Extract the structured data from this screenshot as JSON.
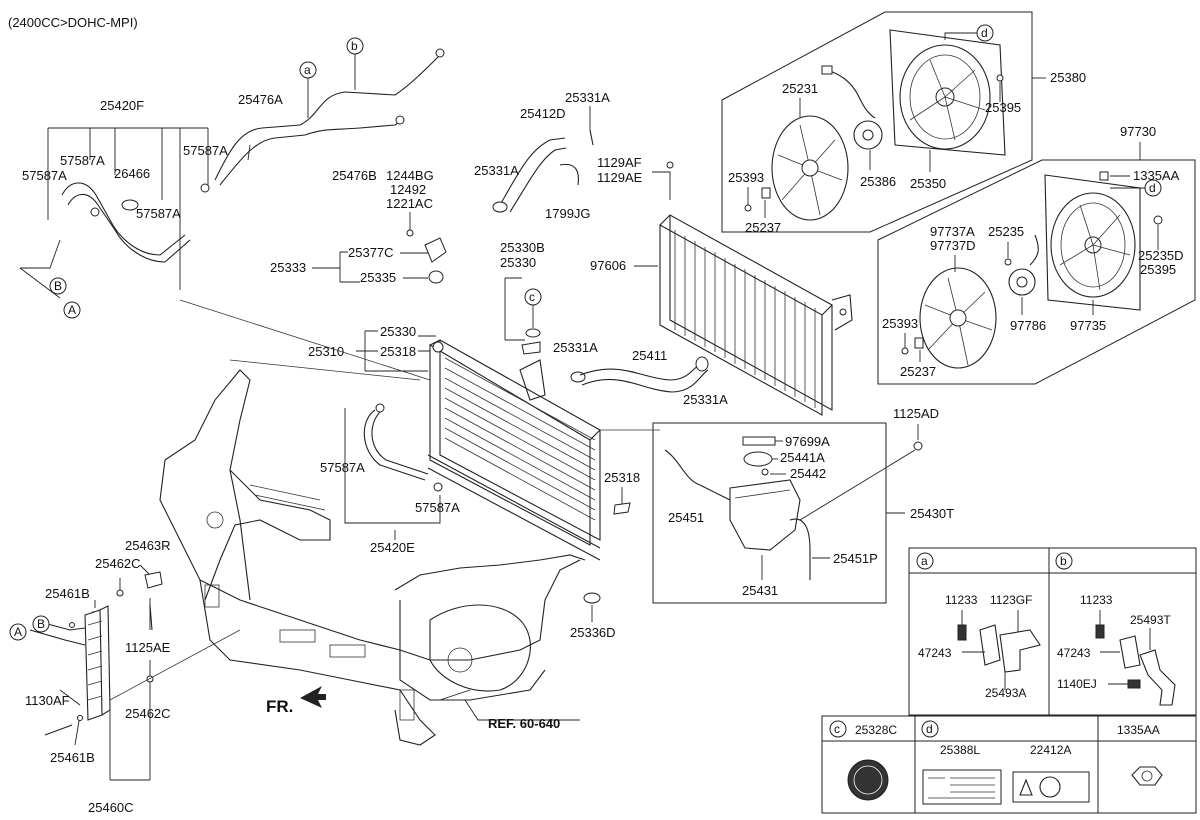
{
  "header": {
    "engine_spec": "(2400CC>DOHC-MPI)"
  },
  "parts": {
    "p25420F": "25420F",
    "p57587A_1": "57587A",
    "p57587A_2": "57587A",
    "p57587A_3": "57587A",
    "p57587A_4": "57587A",
    "p57587A_5": "57587A",
    "p57587A_6": "57587A",
    "p26466": "26466",
    "p25476A": "25476A",
    "p25476B": "25476B",
    "p1244BG": "1244BG",
    "p12492": "12492",
    "p1221AC": "1221AC",
    "p25377C": "25377C",
    "p25333": "25333",
    "p25335": "25335",
    "p25412D": "25412D",
    "p25331A_1": "25331A",
    "p25331A_2": "25331A",
    "p25331A_3": "25331A",
    "p25331A_4": "25331A",
    "p1799JG": "1799JG",
    "p1129AF": "1129AF",
    "p1129AE": "1129AE",
    "p25330B": "25330B",
    "p25330_1": "25330",
    "p25330_2": "25330",
    "p97606": "97606",
    "p25310": "25310",
    "p25318_1": "25318",
    "p25318_2": "25318",
    "p25411": "25411",
    "p25420E": "25420E",
    "p25231": "25231",
    "p25380": "25380",
    "p25395_1": "25395",
    "p25395_2": "25395",
    "p25393_1": "25393",
    "p25393_2": "25393",
    "p25386": "25386",
    "p25350": "25350",
    "p25237_1": "25237",
    "p25237_2": "25237",
    "p97730": "97730",
    "p1335AA": "1335AA",
    "p97737A": "97737A",
    "p97737D": "97737D",
    "p25235": "25235",
    "p25235D": "25235D",
    "p97786": "97786",
    "p97735": "97735",
    "p1125AD": "1125AD",
    "p97699A": "97699A",
    "p25441A": "25441A",
    "p25442": "25442",
    "p25430T": "25430T",
    "p25451": "25451",
    "p25451P": "25451P",
    "p25431": "25431",
    "p25336D": "25336D",
    "p25463R": "25463R",
    "p25462C_1": "25462C",
    "p25462C_2": "25462C",
    "p25461B_1": "25461B",
    "p25461B_2": "25461B",
    "p1125AE": "1125AE",
    "p1130AF": "1130AF",
    "p25460C": "25460C"
  },
  "labels": {
    "fr": "FR.",
    "ref": "REF. 60-640"
  },
  "callouts": {
    "a": "a",
    "b": "b",
    "c": "c",
    "d": "d",
    "A": "A",
    "B": "B"
  },
  "detail_a": {
    "letter": "a",
    "p11233": "11233",
    "p1123GF": "1123GF",
    "p47243": "47243",
    "p25493A": "25493A"
  },
  "detail_b": {
    "letter": "b",
    "p11233": "11233",
    "p25493T": "25493T",
    "p47243": "47243",
    "p1140EJ": "1140EJ"
  },
  "detail_c": {
    "letter": "c",
    "part": "25328C"
  },
  "detail_d": {
    "letter": "d",
    "p25388L": "25388L",
    "p22412A": "22412A"
  },
  "detail_e": {
    "part": "1335AA"
  }
}
